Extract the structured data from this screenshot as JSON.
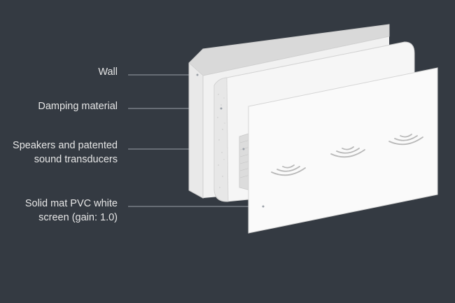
{
  "labels": {
    "wall": "Wall",
    "damping": "Damping material",
    "speakers_line1": "Speakers and patented",
    "speakers_line2": "sound transducers",
    "screen_line1": "Solid mat PVC white",
    "screen_line2": "screen (gain: 1.0)"
  },
  "colors": {
    "background": "#343a42",
    "text": "#e6e6e6",
    "leader_line": "#9aa0a8",
    "panel": "#f4f4f4",
    "panel_edge": "#d7d7d7"
  }
}
